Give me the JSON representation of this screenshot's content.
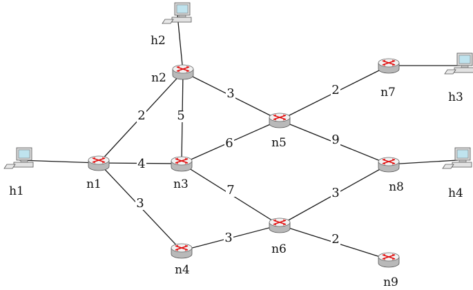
{
  "routers": [
    {
      "id": "n1",
      "label": "n1"
    },
    {
      "id": "n2",
      "label": "n2"
    },
    {
      "id": "n3",
      "label": "n3"
    },
    {
      "id": "n4",
      "label": "n4"
    },
    {
      "id": "n5",
      "label": "n5"
    },
    {
      "id": "n6",
      "label": "n6"
    },
    {
      "id": "n7",
      "label": "n7"
    },
    {
      "id": "n8",
      "label": "n8"
    },
    {
      "id": "n9",
      "label": "n9"
    }
  ],
  "hosts": [
    {
      "id": "h1",
      "label": "h1"
    },
    {
      "id": "h2",
      "label": "h2"
    },
    {
      "id": "h3",
      "label": "h3"
    },
    {
      "id": "h4",
      "label": "h4"
    }
  ],
  "links": [
    {
      "from": "h1",
      "to": "n1",
      "weight": ""
    },
    {
      "from": "h2",
      "to": "n2",
      "weight": ""
    },
    {
      "from": "n1",
      "to": "n2",
      "weight": "2"
    },
    {
      "from": "n1",
      "to": "n3",
      "weight": "4"
    },
    {
      "from": "n1",
      "to": "n4",
      "weight": "3"
    },
    {
      "from": "n2",
      "to": "n3",
      "weight": "5"
    },
    {
      "from": "n2",
      "to": "n5",
      "weight": "3"
    },
    {
      "from": "n3",
      "to": "n5",
      "weight": "6"
    },
    {
      "from": "n3",
      "to": "n6",
      "weight": "7"
    },
    {
      "from": "n4",
      "to": "n6",
      "weight": "3"
    },
    {
      "from": "n5",
      "to": "n7",
      "weight": "2"
    },
    {
      "from": "n5",
      "to": "n8",
      "weight": "9"
    },
    {
      "from": "n6",
      "to": "n8",
      "weight": "3"
    },
    {
      "from": "n6",
      "to": "n9",
      "weight": "2"
    },
    {
      "from": "n7",
      "to": "h3",
      "weight": ""
    },
    {
      "from": "n8",
      "to": "h4",
      "weight": ""
    }
  ],
  "colors": {
    "router_body": "#c9c9c9",
    "router_top": "#f2f2f2",
    "router_arrows": "#e01010",
    "host_screen": "#bfe3ee",
    "line": "#1a1a1a"
  },
  "icons": {
    "router": "router-icon",
    "host": "computer-icon"
  }
}
